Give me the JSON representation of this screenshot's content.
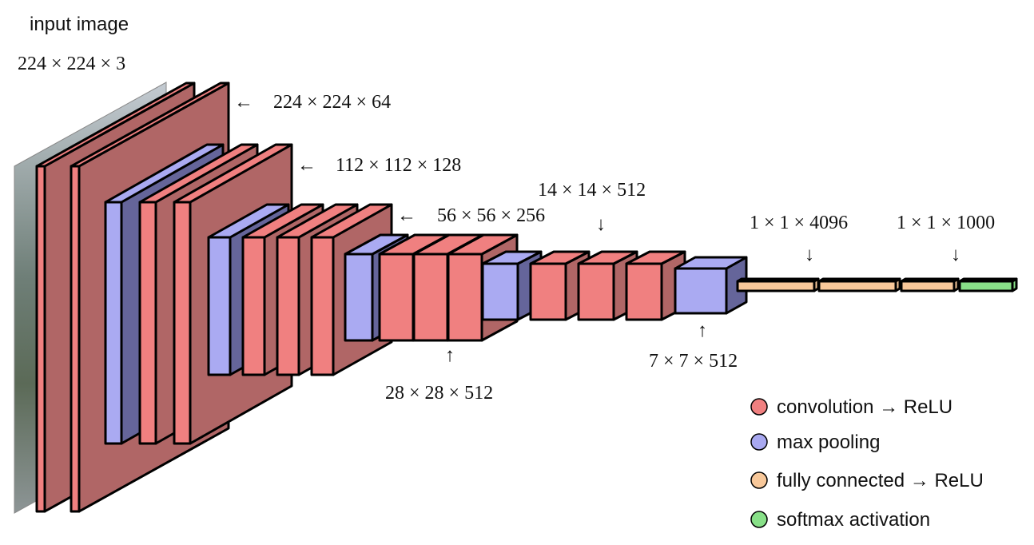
{
  "input": {
    "label": "input image",
    "dim": "224 × 224 × 3"
  },
  "dims": {
    "block1": "224 × 224 × 64",
    "block2": "112 × 112 × 128",
    "block3": "56 × 56 × 256",
    "block4": "28 × 28 × 512",
    "block5": "14 × 14 × 512",
    "pool5": "7 × 7 × 512",
    "fc": "1 × 1 × 4096",
    "output": "1 × 1 × 1000"
  },
  "arrows": {
    "left": "←",
    "up": "↑",
    "down": "↓"
  },
  "legend": [
    {
      "label": "convolution → ReLU",
      "color": "#f08080"
    },
    {
      "label": "max pooling",
      "color": "#a8a8f0"
    },
    {
      "label": "fully connected → ReLU",
      "color": "#f8c89a"
    },
    {
      "label": "softmax activation",
      "color": "#88e088"
    }
  ],
  "colors": {
    "conv_front": "#f08080",
    "conv_side": "#b06666",
    "pool_front": "#aaaaf2",
    "pool_side": "#65659a",
    "fc_front": "#f8c89a",
    "softmax_front": "#88e088",
    "image_gray": "#9aa0a6"
  }
}
